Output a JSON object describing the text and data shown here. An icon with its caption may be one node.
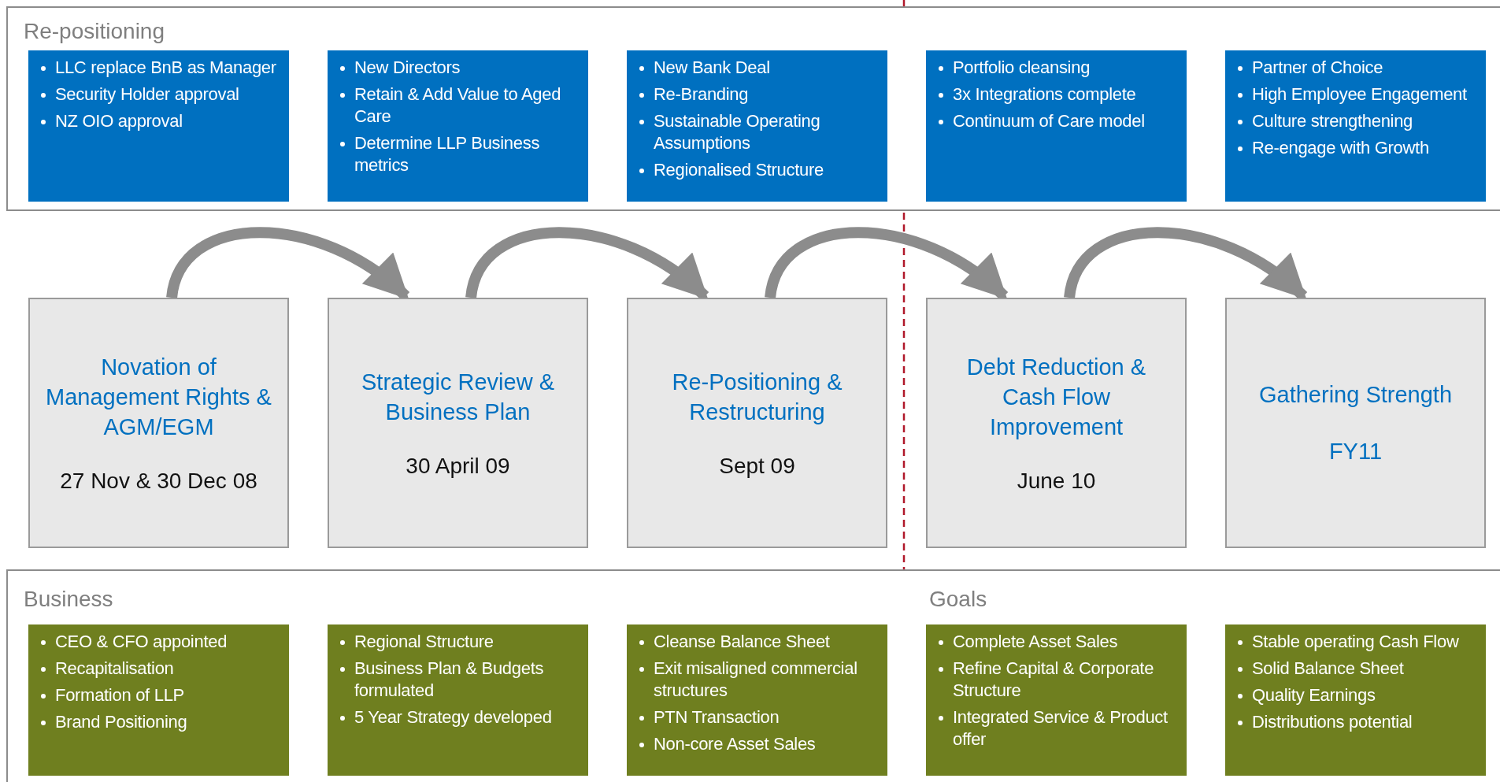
{
  "diagram": {
    "nodes": [
      {
        "text": [
          "Re-positioning"
        ]
      },
      {
        "text": [
          "LLC replace BnB as Manager",
          "Security Holder approval",
          "NZ OIO approval"
        ],
        "in": 0
      },
      {
        "text": [
          "New Directors",
          "Retain & Add Value to Aged Care",
          "Determine LLP Business metrics"
        ],
        "in": 0
      },
      {
        "text": [
          "New Bank Deal",
          "Re-Branding",
          "Sustainable Operating Assumptions",
          "Regionalised Structure"
        ],
        "in": 0
      },
      {
        "text": [
          "Portfolio cleansing",
          "3x Integrations complete",
          "Continuum of Care model"
        ],
        "in": 0
      },
      {
        "text": [
          "Partner of Choice",
          "High Employee Engagement",
          "Culture strengthening",
          "Re-engage with Growth"
        ],
        "in": 0
      },
      {
        "text": [
          "Novation of Management Rights & AGM/EGM",
          "27 Nov & 30 Dec 08"
        ]
      },
      {
        "text": [
          "Strategic Review & Business Plan",
          "30 April 09"
        ]
      },
      {
        "text": [
          "Re-Positioning & Restructuring",
          "Sept 09"
        ]
      },
      {
        "text": [
          "Debt Reduction & Cash Flow Improvement",
          "June 10"
        ]
      },
      {
        "text": [
          "Gathering Strength",
          "FY11"
        ]
      },
      {
        "text": [
          "Business",
          "Goals"
        ]
      },
      {
        "text": [
          "CEO & CFO  appointed",
          "Recapitalisation",
          "Formation of LLP",
          "Brand Positioning"
        ],
        "in": 11
      },
      {
        "text": [
          "Regional Structure",
          "Business Plan & Budgets formulated",
          "5 Year Strategy developed"
        ],
        "in": 11
      },
      {
        "text": [
          "Cleanse Balance Sheet",
          "Exit misaligned commercial structures",
          "PTN Transaction",
          "Non-core Asset Sales"
        ],
        "in": 11
      },
      {
        "text": [
          "Complete Asset Sales",
          "Refine Capital & Corporate Structure",
          "Integrated Service & Product offer"
        ],
        "in": 11
      },
      {
        "text": [
          "Stable operating Cash Flow",
          "Solid Balance Sheet",
          "Quality Earnings",
          "Distributions potential"
        ],
        "in": 11
      }
    ],
    "edges": [
      {
        "from": 6,
        "to": 7,
        "arrow": "to"
      },
      {
        "from": 7,
        "to": 8,
        "arrow": "to"
      },
      {
        "from": 8,
        "to": 9,
        "arrow": "to"
      },
      {
        "from": 9,
        "to": 10,
        "arrow": "to"
      }
    ]
  }
}
